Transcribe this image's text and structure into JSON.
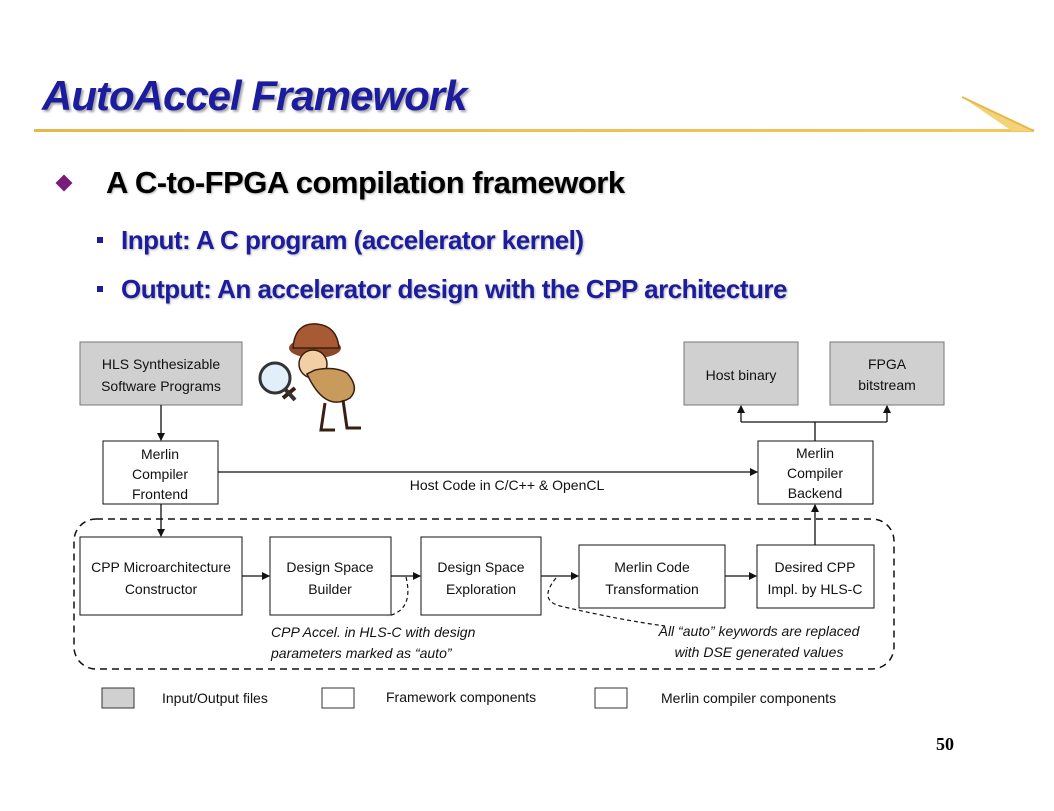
{
  "slide": {
    "title": "AutoAccel Framework",
    "number": "50"
  },
  "bullets": {
    "main": "A C-to-FPGA compilation framework",
    "sub": [
      "Input: A C program (accelerator kernel)",
      "Output: An accelerator design with the CPP architecture"
    ]
  },
  "diagram": {
    "hls_programs": [
      "HLS Synthesizable",
      "Software Programs"
    ],
    "host_binary": "Host binary",
    "fpga_bitstream": [
      "FPGA",
      "bitstream"
    ],
    "merlin_frontend": [
      "Merlin",
      "Compiler",
      "Frontend"
    ],
    "merlin_backend": [
      "Merlin",
      "Compiler",
      "Backend"
    ],
    "host_code_label": "Host Code in C/C++ & OpenCL",
    "cpp_constructor": [
      "CPP Microarchitecture",
      "Constructor"
    ],
    "ds_builder": [
      "Design Space",
      "Builder"
    ],
    "ds_exploration": [
      "Design Space",
      "Exploration"
    ],
    "merlin_transform": [
      "Merlin Code",
      "Transformation"
    ],
    "desired_cpp": [
      "Desired CPP",
      "Impl. by HLS-C"
    ],
    "note_left": [
      "CPP Accel. in HLS-C with design",
      "parameters marked as “auto”"
    ],
    "note_right": [
      "All “auto” keywords are replaced",
      "with DSE generated values"
    ],
    "legend": [
      "Input/Output files",
      "Framework components",
      "Merlin compiler components"
    ]
  },
  "colors": {
    "title": "#1c1c9e",
    "io_fill": "#d0d0d0",
    "bullet_diamond": "#7a1d7a",
    "rule_gold": "#e8b84a"
  }
}
